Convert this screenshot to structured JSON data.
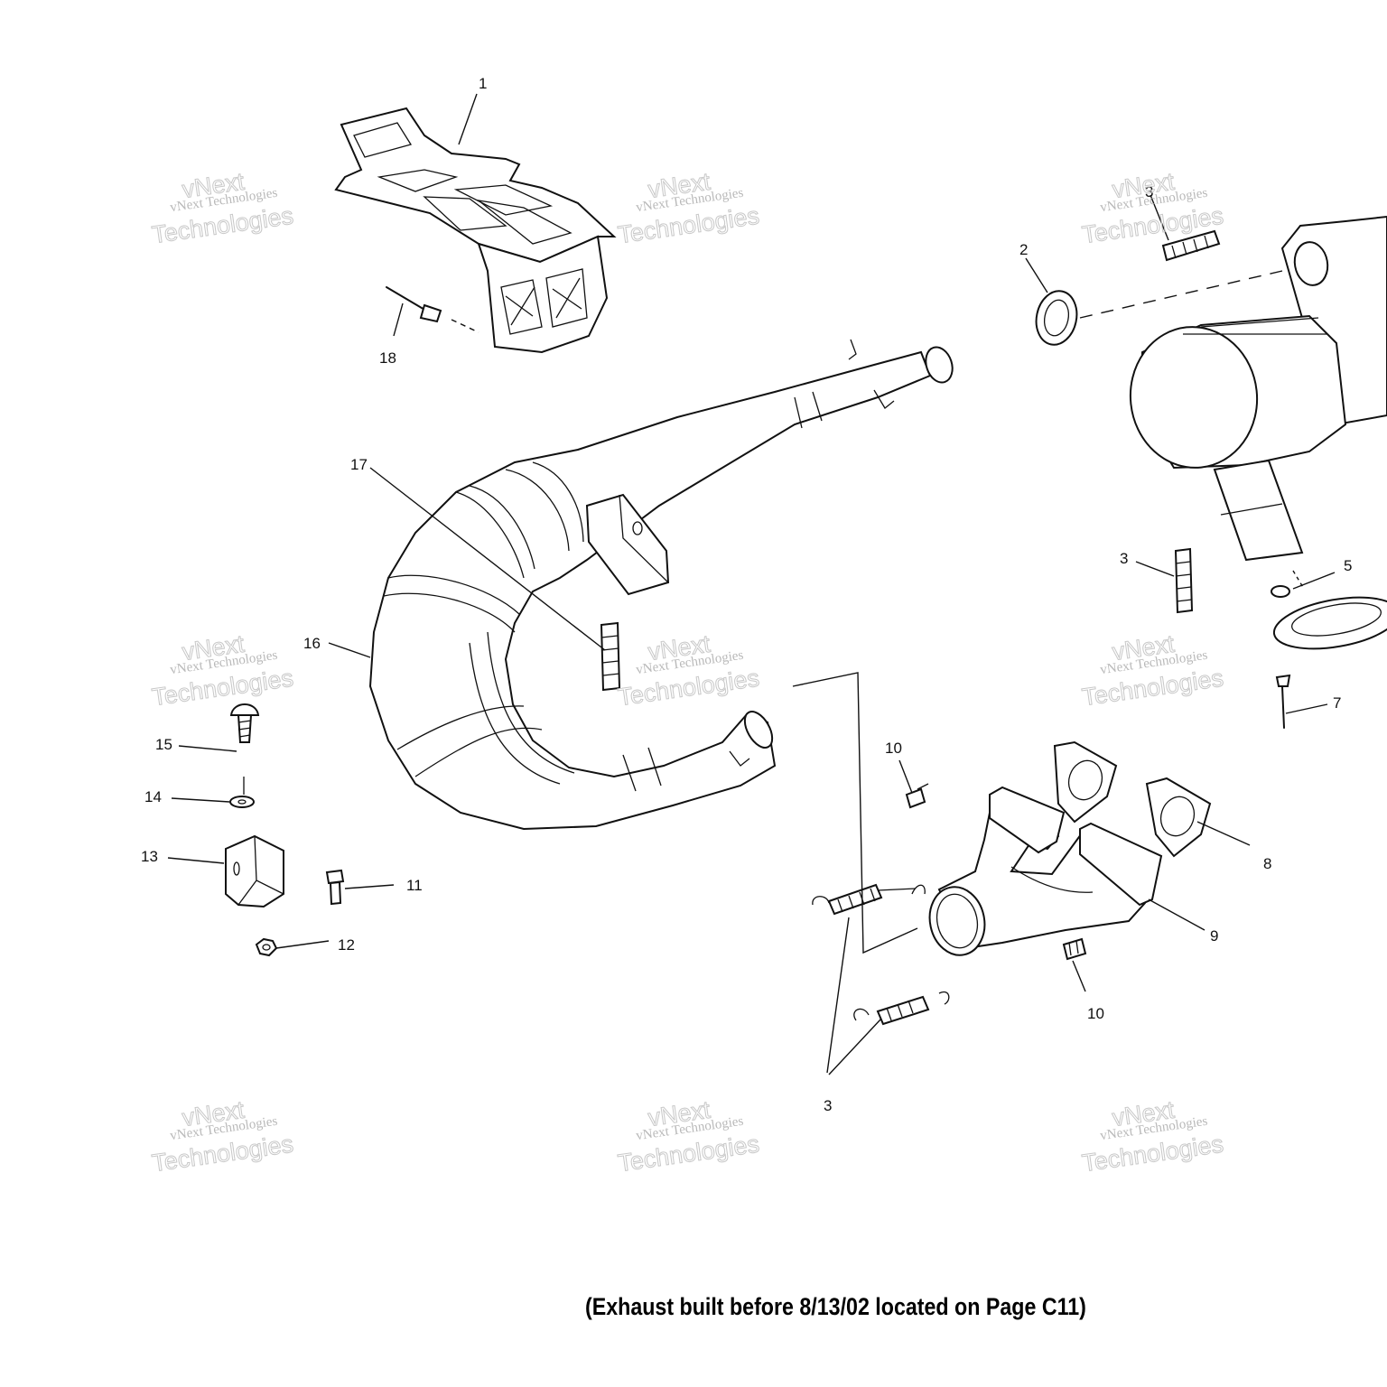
{
  "caption": "(Exhaust built before 8/13/02 located on Page C11)",
  "watermark": {
    "line1": "vNext",
    "line2": "vNext Technologies",
    "line3": "Technologies"
  },
  "callouts": [
    {
      "id": "1",
      "label": "1"
    },
    {
      "id": "2",
      "label": "2"
    },
    {
      "id": "3a",
      "label": "3"
    },
    {
      "id": "3b",
      "label": "3"
    },
    {
      "id": "3c",
      "label": "3"
    },
    {
      "id": "5",
      "label": "5"
    },
    {
      "id": "7",
      "label": "7"
    },
    {
      "id": "8",
      "label": "8"
    },
    {
      "id": "9",
      "label": "9"
    },
    {
      "id": "10a",
      "label": "10"
    },
    {
      "id": "10b",
      "label": "10"
    },
    {
      "id": "11",
      "label": "11"
    },
    {
      "id": "12",
      "label": "12"
    },
    {
      "id": "13",
      "label": "13"
    },
    {
      "id": "14",
      "label": "14"
    },
    {
      "id": "15",
      "label": "15"
    },
    {
      "id": "16",
      "label": "16"
    },
    {
      "id": "17",
      "label": "17"
    },
    {
      "id": "18",
      "label": "18"
    }
  ]
}
